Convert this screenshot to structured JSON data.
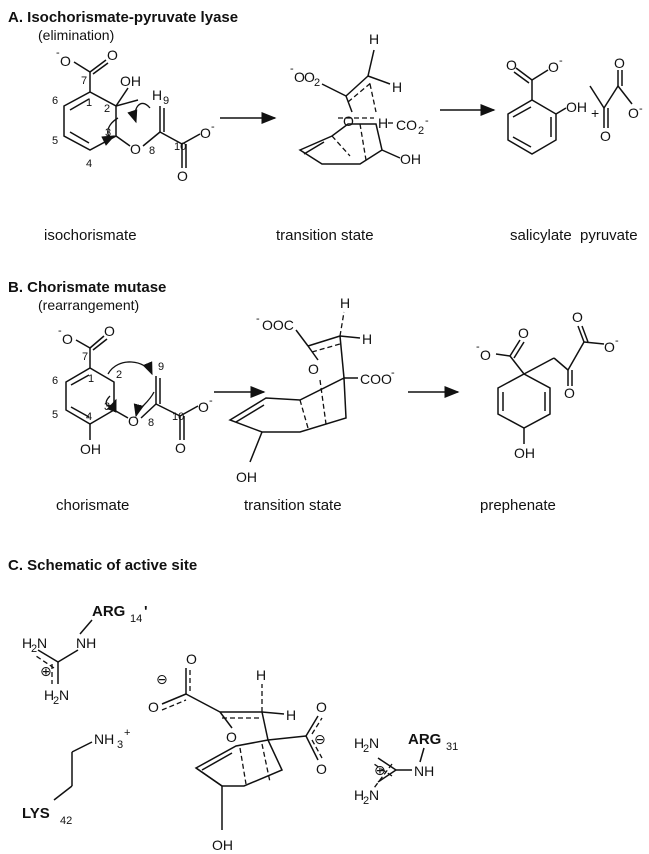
{
  "sections": {
    "a": {
      "title": "A.  Isochorismate-pyruvate lyase",
      "subtitle": "(elimination)"
    },
    "b": {
      "title": "B. Chorismate mutase",
      "subtitle": "(rearrangement)"
    },
    "c": {
      "title": "C.  Schematic of active site"
    }
  },
  "captions": {
    "a": {
      "reactant": "isochorismate",
      "ts": "transition state",
      "product1": "salicylate",
      "product2": "pyruvate"
    },
    "b": {
      "reactant": "chorismate",
      "ts": "transition state",
      "product": "prephenate"
    }
  },
  "atoms": {
    "carboxylate_o": "O",
    "minus": "-",
    "o": "O",
    "oh": "OH",
    "h": "H",
    "co2": "CO",
    "sub2": "2",
    "ooc": "OOC",
    "coo": "COO",
    "plus": "+",
    "nh": "NH",
    "h2n": "H",
    "n": "N",
    "nh3": "NH",
    "sub3": "3",
    "charge_plus": "⊕",
    "charge_minus": "⊖"
  },
  "numbering": {
    "isochorismate": [
      "7",
      "1",
      "2",
      "3",
      "4",
      "5",
      "6",
      "8",
      "9",
      "10"
    ],
    "chorismate": [
      "7",
      "1",
      "2",
      "3",
      "4",
      "5",
      "6",
      "8",
      "9",
      "10"
    ]
  },
  "residues": {
    "arg14": {
      "name": "ARG",
      "sub": "14",
      "prime": "'"
    },
    "arg31": {
      "name": "ARG",
      "sub": "31"
    },
    "lys42": {
      "name": "LYS",
      "sub": "42"
    }
  },
  "colors": {
    "ink": "#111111",
    "background": "#ffffff"
  }
}
